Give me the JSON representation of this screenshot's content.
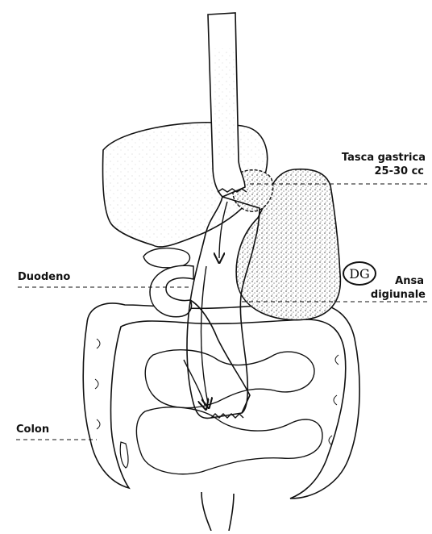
{
  "labels": {
    "tasca_line1": "Tasca gastrica",
    "tasca_line2": "25-30 cc",
    "duodeno": "Duodeno",
    "ansa_line1": "Ansa",
    "ansa_line2": "digiunale",
    "colon": "Colon"
  },
  "badge": {
    "text": "DG"
  },
  "colors": {
    "ink": "#111111",
    "stipple": "#8a8a8a",
    "background": "#ffffff"
  }
}
